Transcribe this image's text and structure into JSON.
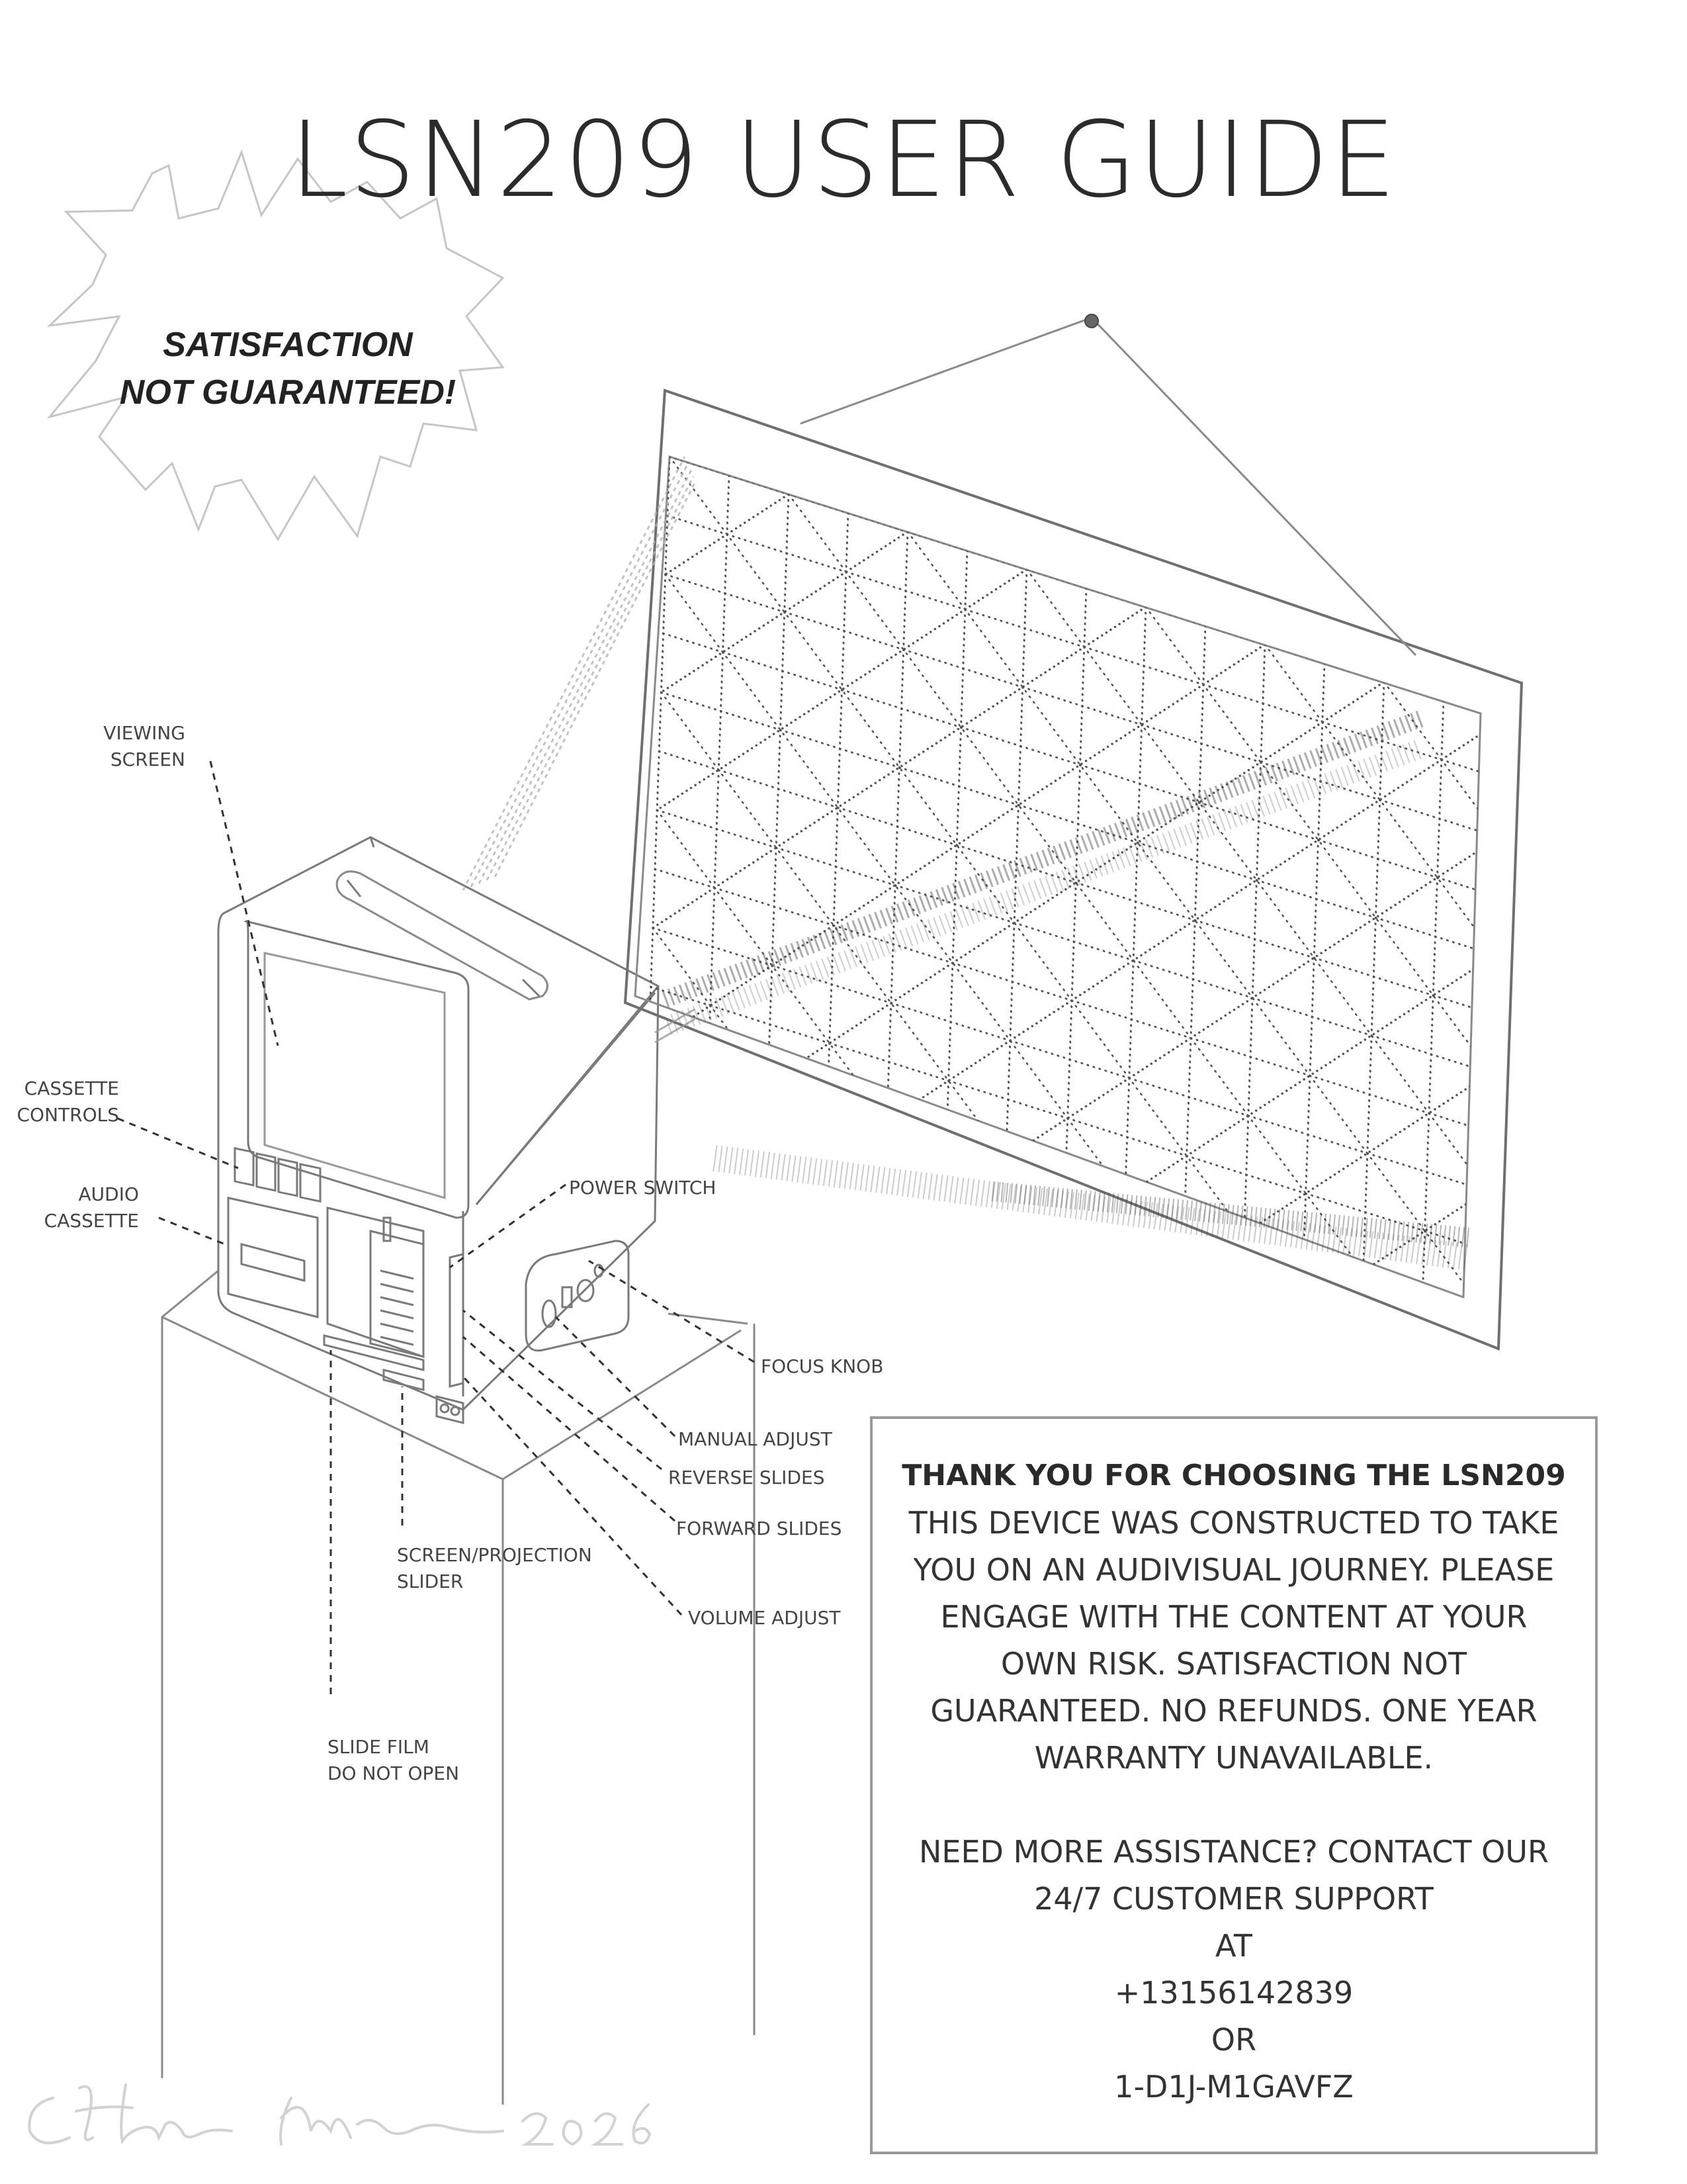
{
  "title": "LSN209 USER GUIDE",
  "burst": {
    "line1": "SATISFACTION",
    "line2": "NOT GUARANTEED!"
  },
  "labels": {
    "viewing_screen": [
      "VIEWING",
      "SCREEN"
    ],
    "cassette_controls": [
      "CASSETTE",
      "CONTROLS"
    ],
    "audio_cassette": [
      "AUDIO",
      "CASSETTE"
    ],
    "power_switch": "POWER SWITCH",
    "focus_knob": "FOCUS KNOB",
    "manual_adjust": "MANUAL ADJUST",
    "reverse_slides": "REVERSE SLIDES",
    "forward_slides": "FORWARD SLIDES",
    "volume_adjust": "VOLUME ADJUST",
    "screen_projection_slider": [
      "SCREEN/PROJECTION",
      "SLIDER"
    ],
    "slide_film": [
      "SLIDE FILM",
      "DO NOT OPEN"
    ]
  },
  "info": {
    "heading": "THANK YOU FOR CHOOSING THE LSN209",
    "body_lines": [
      "THIS DEVICE WAS CONSTRUCTED TO TAKE",
      "YOU ON AN AUDIVISUAL JOURNEY. PLEASE",
      "ENGAGE WITH THE CONTENT AT YOUR",
      "OWN RISK. SATISFACTION NOT",
      "GUARANTEED. NO REFUNDS. ONE YEAR",
      "WARRANTY UNAVAILABLE."
    ],
    "contact_lines": [
      "NEED MORE ASSISTANCE? CONTACT OUR",
      "24/7 CUSTOMER SUPPORT",
      "AT",
      "+13156142839",
      "OR",
      "1-D1J-M1GAVFZ"
    ]
  },
  "signature": {
    "icon": "handwritten-signature-copyright-2026"
  },
  "colors": {
    "ink": "#2a2a2a",
    "pencil": "#8a8a8a",
    "light_pencil": "#c8c8c8"
  }
}
